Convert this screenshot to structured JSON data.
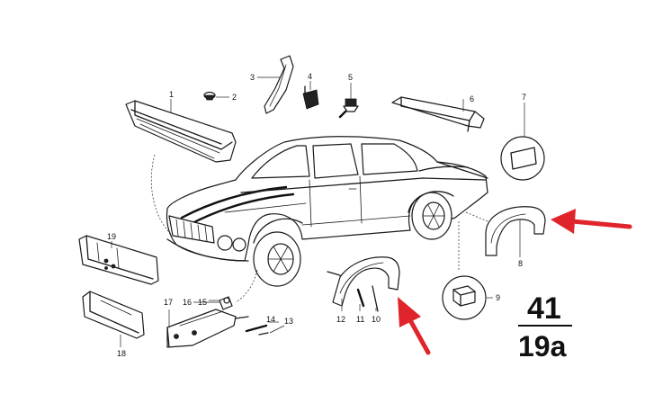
{
  "diagram": {
    "section": {
      "group": "41",
      "page": "19a"
    },
    "callouts": {
      "c1": "1",
      "c2": "2",
      "c3": "3",
      "c4": "4",
      "c5": "5",
      "c6": "6",
      "c7": "7",
      "c8": "8",
      "c9": "9",
      "c10": "10",
      "c11": "11",
      "c12": "12",
      "c13": "13",
      "c14": "14",
      "c15": "15",
      "c16": "16",
      "c17": "17",
      "c18": "18",
      "c19": "19"
    },
    "arrow_color": "#e0242b",
    "ink_color": "#1a1a1a"
  }
}
